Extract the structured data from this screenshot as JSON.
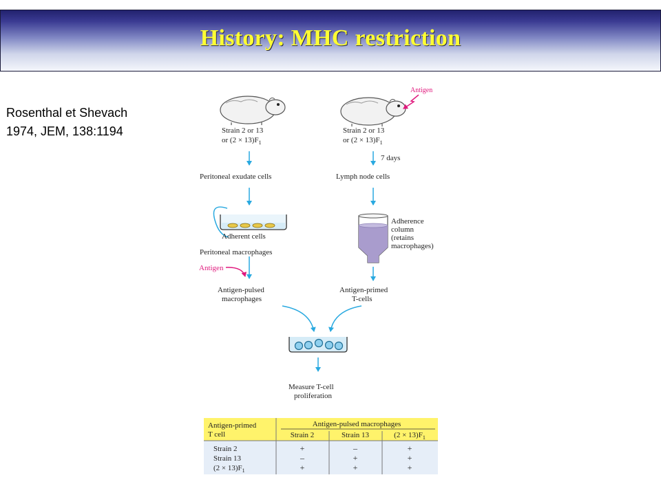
{
  "title": "History: MHC restriction",
  "citation": {
    "line1": "Rosenthal et Shevach",
    "line2": "1974,  JEM, 138:1194"
  },
  "diagram": {
    "left_branch": {
      "strain_line1": "Strain 2 or 13",
      "strain_line2": "or (2 × 13)F",
      "strain_sub": "1",
      "step1": "Peritoneal exudate cells",
      "dish_label": "Adherent cells",
      "step2": "Peritoneal macrophages",
      "antigen_label": "Antigen",
      "step3_line1": "Antigen-pulsed",
      "step3_line2": "macrophages"
    },
    "right_branch": {
      "antigen_label": "Antigen",
      "strain_line1": "Strain 2 or 13",
      "strain_line2": "or (2 × 13)F",
      "strain_sub": "1",
      "time_label": "7 days",
      "step1": "Lymph node cells",
      "column_line1": "Adherence",
      "column_line2": "column",
      "column_line3": "(retains",
      "column_line4": "macrophages)",
      "step3_line1": "Antigen-primed",
      "step3_line2": "T-cells"
    },
    "result_line1": "Measure T-cell",
    "result_line2": "proliferation"
  },
  "results_table": {
    "corner_line1": "Antigen-primed",
    "corner_line2": "T cell",
    "group_header": "Antigen-pulsed macrophages",
    "columns": [
      "Strain 2",
      "Strain 13",
      "(2 × 13)F"
    ],
    "col3_sub": "1",
    "rows": [
      {
        "label": "Strain 2",
        "values": [
          "+",
          "–",
          "+"
        ]
      },
      {
        "label": "Strain 13",
        "values": [
          "–",
          "+",
          "+"
        ]
      },
      {
        "label": "(2 × 13)F",
        "label_sub": "1",
        "values": [
          "+",
          "+",
          "+"
        ]
      }
    ]
  },
  "colors": {
    "arrow": "#29a9e0",
    "antigen": "#e0197d",
    "column_fluid": "#a99ccd",
    "table_header": "#fff36b",
    "title_text": "#ffff33"
  }
}
